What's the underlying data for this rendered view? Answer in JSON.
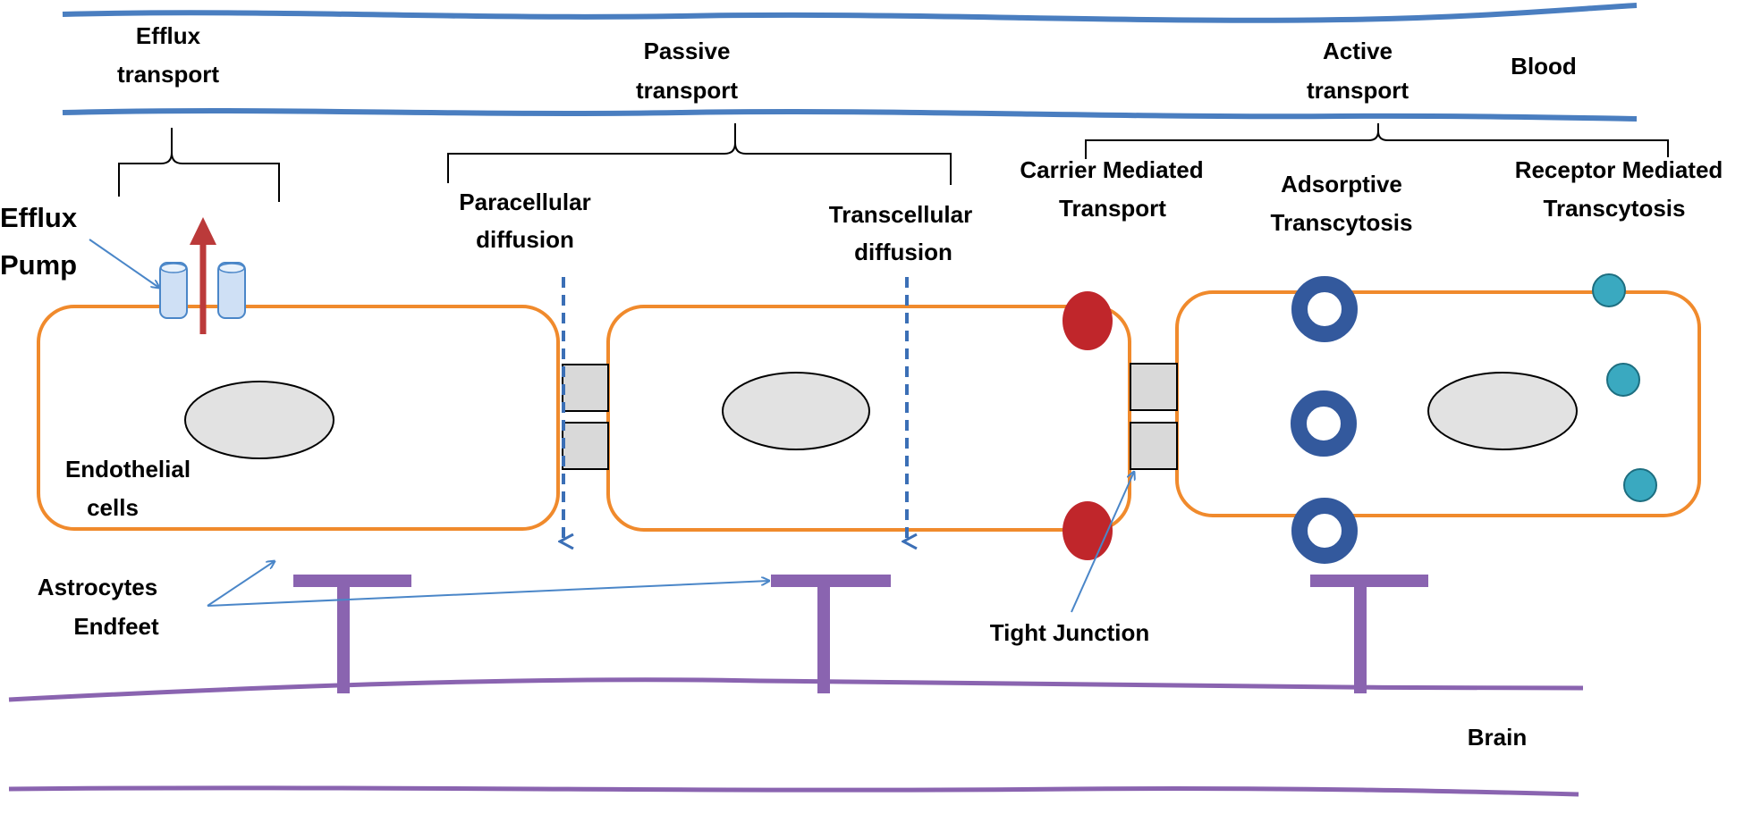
{
  "labels": {
    "efflux_transport_1": "Efflux",
    "efflux_transport_2": "transport",
    "passive_transport_1": "Passive",
    "passive_transport_2": "transport",
    "active_transport_1": "Active",
    "active_transport_2": "transport",
    "blood": "Blood",
    "efflux_pump_1": "Efflux",
    "efflux_pump_2": "Pump",
    "paracellular_1": "Paracellular",
    "paracellular_2": "diffusion",
    "transcellular_1": "Transcellular",
    "transcellular_2": "diffusion",
    "carrier_1": "Carrier Mediated",
    "carrier_2": "Transport",
    "adsorptive_1": "Adsorptive",
    "adsorptive_2": "Transcytosis",
    "receptor_1": "Receptor Mediated",
    "receptor_2": "Transcytosis",
    "endothelial_1": "Endothelial",
    "endothelial_2": "cells",
    "astrocytes_1": "Astrocytes",
    "astrocytes_2": "Endfeet",
    "tight_junction": "Tight Junction",
    "brain": "Brain"
  },
  "colors": {
    "blood_line": "#4a7ec0",
    "brain_line": "#8a64b0",
    "cell_border": "#f08a2c",
    "nucleus_fill": "#e2e2e2",
    "junction_fill": "#d9d9d9",
    "carrier_red": "#c0262b",
    "ring_blue": "#33599d",
    "receptor_teal": "#3aa9c0",
    "efflux_arrow": "#bb3a3a",
    "pump_fill": "#cfe0f5",
    "pointer": "#4a86c8",
    "astrocyte": "#8a64b0"
  }
}
